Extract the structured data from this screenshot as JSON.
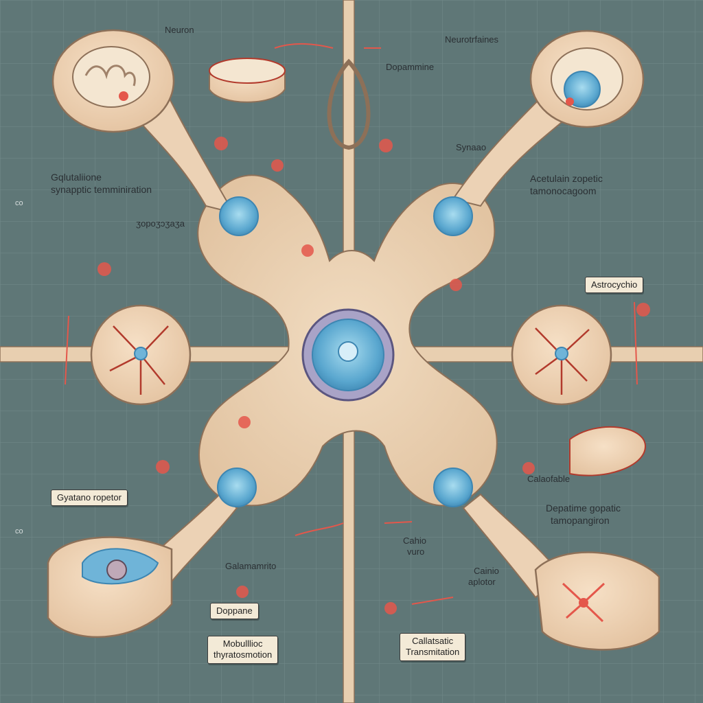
{
  "labels": {
    "neuron": "Neuron",
    "neurotransmitters": "Neurotrfaines",
    "dopamine": "Dopammine",
    "synapse": "Synaao",
    "glutamate_title_line1": "Gqlutaliione",
    "glutamate_title_line2": "synapptic temminiration",
    "acetylcholine_line1": "Acetulain zopetic",
    "acetylcholine_line2": "tamonocagoom",
    "astrocyte": "Astrocychio",
    "receptor": "Gyatano ropetor",
    "glutamate": "Galamamrito",
    "channel_line1": "Cahio",
    "channel_line2": "vuro",
    "calcium_line1": "Cainio",
    "calcium_line2": "aplotor",
    "dopamine_box": "Doppane",
    "metabolic_line1": "Mobulllioc",
    "metabolic_line2": "thyratosmotion",
    "dopamine_synaptic_line1": "Depatime gopatic",
    "dopamine_synaptic_line2": "tamopangiron",
    "calcium_transmission_line1": "Callatsatic",
    "calcium_transmission_line2": "Transmitation",
    "caleable": "Calaofable",
    "edge_mark_left": "co",
    "edge_mark_right": "co",
    "small_note": "ʒopoʒɔʒaʒa"
  },
  "colors": {
    "background": "#5f7777",
    "grid": "#738b8b",
    "membrane": "#ecd2b5",
    "membrane_outline": "#8d7058",
    "nucleus": "#6fb4d8",
    "accent_red": "#e4574b",
    "vesicle": "#7d5a8d"
  }
}
